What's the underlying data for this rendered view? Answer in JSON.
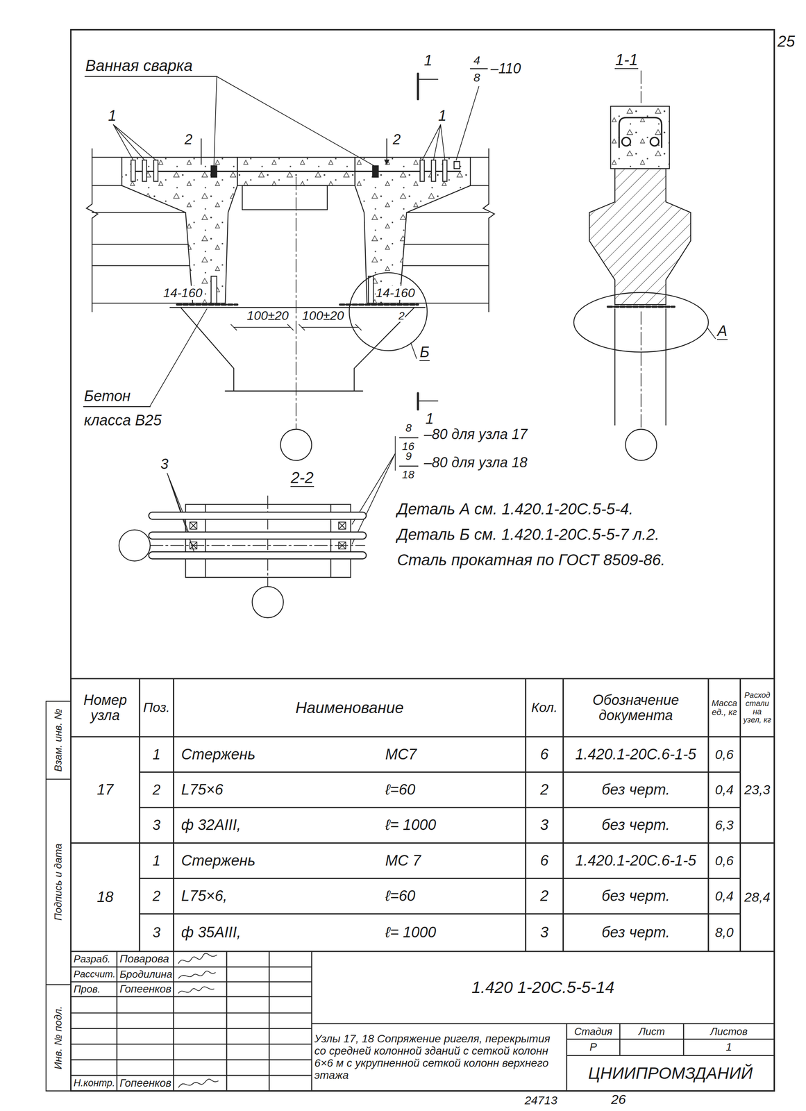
{
  "diagram": {
    "labels": [
      "25",
      "Ванная сварка",
      "1",
      "4",
      "8",
      "–110",
      "1-1",
      "1",
      "1",
      "2",
      "2",
      "14-160",
      "14-160",
      "100±20",
      "100±20",
      "2",
      "Б",
      "А",
      "Бетон",
      "класса В25",
      "1",
      "8",
      "16",
      "–80 для узла 17",
      "9",
      "18",
      "–80 для узла 18",
      "3",
      "2-2",
      "Деталь А см. 1.420.1-20С.5-5-4.",
      "Деталь Б см. 1.420.1-20С.5-5-7 л.2.",
      "Сталь прокатная по ГОСТ 8509-86.",
      "Номер узла",
      "Поз.",
      "Наименование",
      "Кол.",
      "Обозначение документа",
      "Масса ед., кг",
      "Расход стали на узел, кг",
      "17",
      "1",
      "Стержень",
      "МС7",
      "6",
      "1.420.1-20С.6-1-5",
      "0,6",
      "23,3",
      "2",
      "L75×6",
      "ℓ=60",
      "2",
      "без черт.",
      "0,4",
      "3",
      "ф 32АIII,",
      "ℓ= 1000",
      "3",
      "без черт.",
      "6,3",
      "18",
      "1",
      "Стержень",
      "МС 7",
      "6",
      "1.420.1-20С.6-1-5",
      "0,6",
      "28,4",
      "2",
      "L75×6,",
      "ℓ=60",
      "2",
      "без черт.",
      "0,4",
      "3",
      "ф 35АIII,",
      "ℓ= 1000",
      "3",
      "без черт.",
      "8,0",
      "Разраб.",
      "Поварова",
      "Рассчит.",
      "Бродилина",
      "Пров.",
      "Гопеенков",
      "Н.контр.",
      "Гопеенков",
      "1.420 1-20С.5-5-14",
      "Узлы 17, 18 Сопряжение ригеля, перекрытия со средней колонной зданий с сеткой колонн 6×6 м с укрупненной сеткой колонн верхнего этажа",
      "Стадия",
      "Лист",
      "Листов",
      "Р",
      "1",
      "ЦНИИПРОМЗДАНИЙ",
      "24713",
      "26",
      "Взам. инв. №",
      "Подпись и дата",
      "Инв. № подл."
    ]
  }
}
